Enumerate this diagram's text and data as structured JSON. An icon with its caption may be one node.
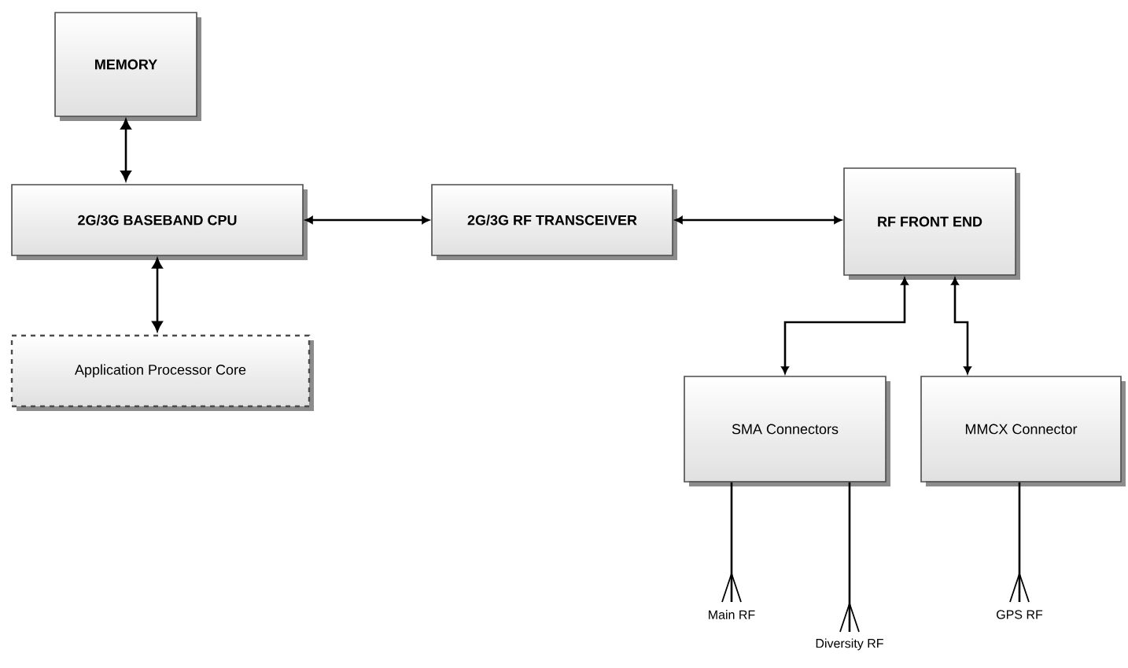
{
  "diagram": {
    "nodes": [
      {
        "text": [
          "MEMORY"
        ]
      },
      {
        "text": [
          "2G/3G BASEBAND CPU"
        ]
      },
      {
        "text": [
          "Application Processor Core"
        ]
      },
      {
        "text": [
          "2G/3G RF TRANSCEIVER"
        ]
      },
      {
        "text": [
          "RF FRONT END"
        ]
      },
      {
        "text": [
          "SMA Connectors"
        ]
      },
      {
        "text": [
          "MMCX Connector"
        ]
      },
      {
        "text": [
          "Main RF"
        ]
      },
      {
        "text": [
          "Diversity RF"
        ]
      },
      {
        "text": [
          "GPS RF"
        ]
      }
    ],
    "edges": [
      {
        "from": 0,
        "to": 1,
        "arrow": "both"
      },
      {
        "from": 1,
        "to": 2,
        "arrow": "both"
      },
      {
        "from": 1,
        "to": 3,
        "arrow": "both"
      },
      {
        "from": 3,
        "to": 4,
        "arrow": "both"
      },
      {
        "from": 4,
        "to": 5,
        "arrow": "both"
      },
      {
        "from": 4,
        "to": 6,
        "arrow": "both"
      },
      {
        "from": 5,
        "to": 7,
        "arrow": "none"
      },
      {
        "from": 5,
        "to": 8,
        "arrow": "none"
      },
      {
        "from": 6,
        "to": 9,
        "arrow": "none"
      }
    ]
  }
}
